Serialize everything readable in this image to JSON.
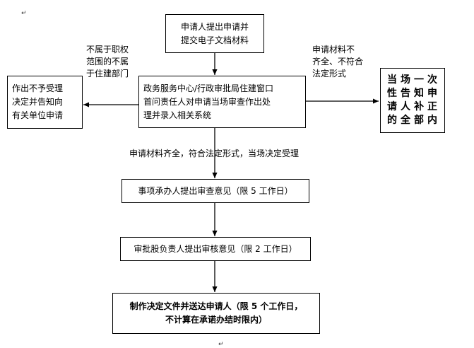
{
  "nodes": {
    "submit": "申请人提出申请并\n提交电子文档材料",
    "window": "政务服务中心/行政审批局住建窗口\n首问责任人对申请当场审查作出处\n理并录入相关系统",
    "reject": "作出不予受理\n决定并告知向\n有关单位申请",
    "supplement": "当场一次\n性告知申\n请人补正\n的全部内",
    "review": "事项承办人提出审查意见（限 5 工作日）",
    "audit": "审批股负责人提出审核意见（限 2 工作日）",
    "decision": "制作决定文件并送达申请人（限 5 个工作日，\n不计算在承诺办结时限内）"
  },
  "labels": {
    "not_in_scope": "不属于职权\n范围的不属\n于住建部门",
    "incomplete": "申请材料不\n齐全、不符合\n法定形式",
    "accepted": "申请材料齐全，符合法定形式，当场决定受理"
  },
  "marks": {
    "return_mark": "↵"
  }
}
